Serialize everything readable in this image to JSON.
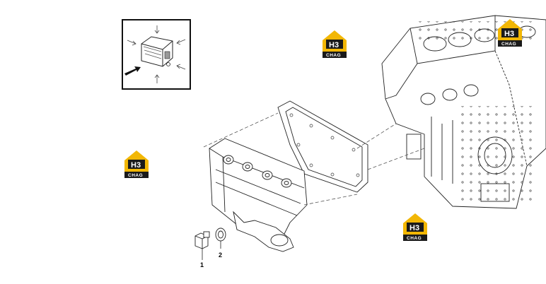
{
  "diagram": {
    "callouts": [
      {
        "label": "1",
        "part": "drain-plug"
      },
      {
        "label": "2",
        "part": "sealing-washer"
      }
    ]
  },
  "watermark": {
    "mark": "H3",
    "sub": "CHAG",
    "colors": {
      "primary": "#f2b705",
      "dark": "#1a1a1a"
    }
  },
  "icons": [
    "orientation-inset-icon",
    "direction-arrow-icon",
    "h3-chag-logo-icon"
  ],
  "colors": {
    "line": "#222222",
    "dash": "#555555",
    "background": "#ffffff"
  }
}
